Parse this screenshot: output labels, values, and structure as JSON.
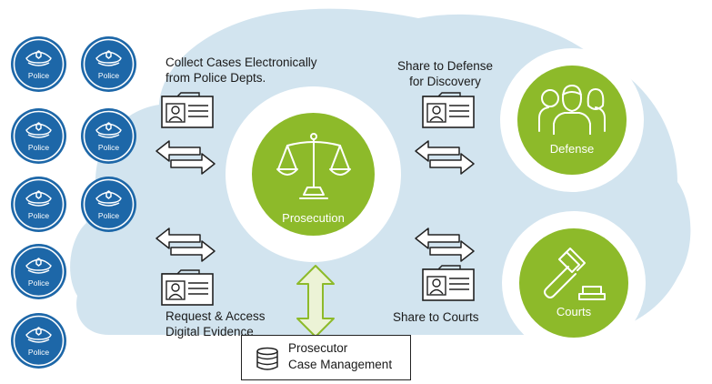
{
  "police": {
    "badges": [
      {
        "label": "Police"
      },
      {
        "label": "Police"
      },
      {
        "label": "Police"
      },
      {
        "label": "Police"
      },
      {
        "label": "Police"
      },
      {
        "label": "Police"
      },
      {
        "label": "Police"
      },
      {
        "label": "Police"
      }
    ]
  },
  "labels": {
    "collect_line1": "Collect Cases Electronically",
    "collect_line2": "from Police Depts.",
    "request_line1": "Request & Access",
    "request_line2": "Digital Evidence",
    "share_defense_line1": "Share to Defense",
    "share_defense_line2": "for Discovery",
    "share_courts": "Share to Courts"
  },
  "nodes": {
    "prosecution": "Prosecution",
    "defense": "Defense",
    "courts": "Courts"
  },
  "database": {
    "line1": "Prosecutor",
    "line2": "Case Management"
  },
  "icons": [
    "police-badge-icon",
    "case-file-icon",
    "double-arrow-icon",
    "scales-of-justice-icon",
    "people-icon",
    "gavel-icon",
    "database-icon"
  ],
  "colors": {
    "cloud": "#d2e4ef",
    "police_blue": "#1d67a8",
    "accent_green": "#8dba2a",
    "arrow_fill": "#ecf3d6"
  }
}
